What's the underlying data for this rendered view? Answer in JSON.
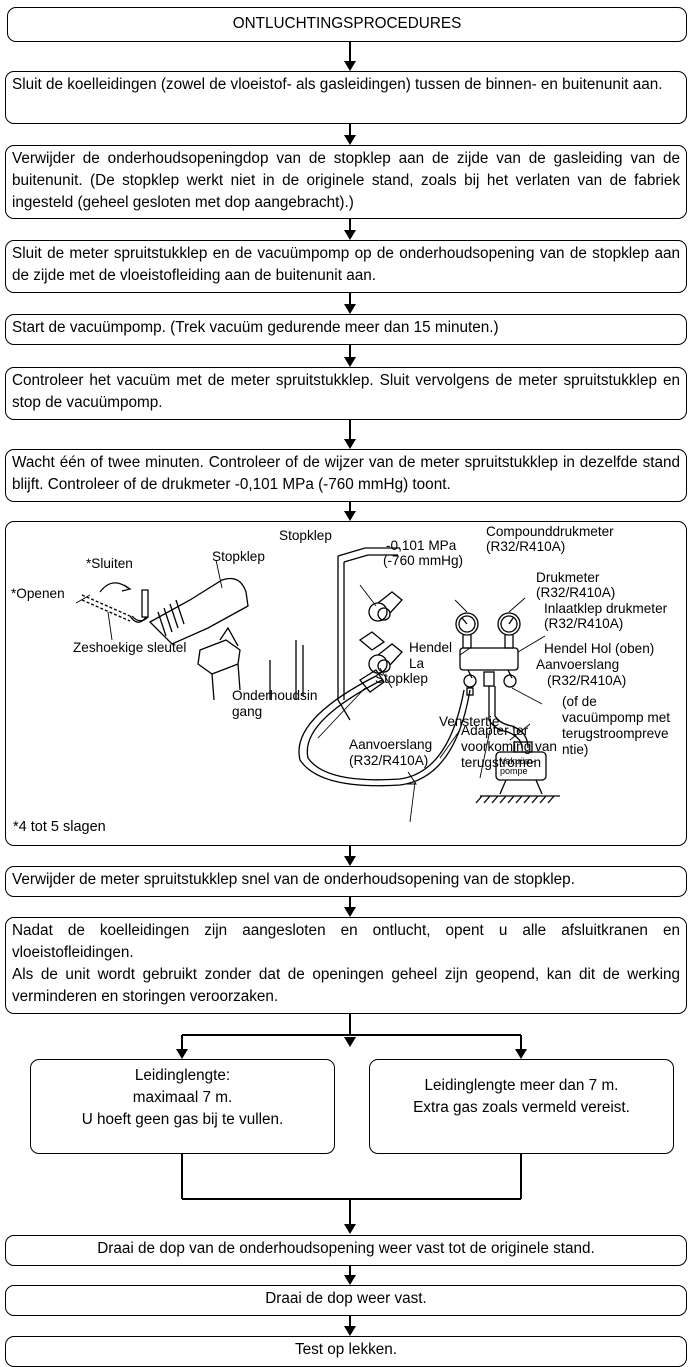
{
  "header": {
    "title": "ONTLUCHTINGSPROCEDURES"
  },
  "steps": [
    {
      "text": "Sluit de koelleidingen (zowel de vloeistof- als gasleidingen) tussen de binnen- en buitenunit aan."
    },
    {
      "text": "Verwijder de onderhoudsopeningdop van de stopklep aan de zijde van de gasleiding van de buitenunit. (De stopklep werkt niet in de originele stand, zoals bij het verlaten van de fabriek ingesteld (geheel gesloten met dop aangebracht).)"
    },
    {
      "text": "Sluit de meter spruitstukklep en de vacuümpomp op de onderhoudsopening van de stopklep aan de zijde met de vloeistofleiding aan de buitenunit aan."
    },
    {
      "text": "Start de vacuümpomp. (Trek vacuüm gedurende meer dan 15 minuten.)"
    },
    {
      "text": "Controleer het vacuüm met de meter spruitstukklep. Sluit vervolgens de meter spruitstukklep en stop de vacuümpomp."
    },
    {
      "text": "Wacht één of twee minuten. Controleer of de wijzer van de meter spruitstukklep in dezelfde stand blijft. Controleer of de drukmeter -0,101 MPa (-760 mmHg) toont."
    }
  ],
  "diagram": {
    "open": "*Openen",
    "close": "*Sluiten",
    "hex_key": "Zeshoekige  sleutel",
    "stopklep_left": "Stopklep",
    "stopklep_top": "Stopklep",
    "stopklep_bottom": "Stopklep",
    "pressure_value_1": "-0,101 MPa",
    "pressure_value_2": "(-760 mmHg)",
    "compound_gauge_1": "Compounddrukmeter",
    "compound_gauge_2": "(R32/R410A)",
    "pressure_gauge_1": "Drukmeter",
    "pressure_gauge_2": "(R32/R410A)",
    "inlet_valve_1": "Inlaatklep drukmeter",
    "inlet_valve_2": "(R32/R410A)",
    "handle_low_1": "Hendel",
    "handle_low_2": "La",
    "handle_high": "Hendel Hol (oben)",
    "hose_right_1": "Aanvoerslang",
    "hose_right_2": "(R32/R410A)",
    "vacuum_pump_label_1": "Vakuüm-",
    "vacuum_pump_label_2": "pompe",
    "pump_note_1": "(of de",
    "pump_note_2": "vacuümpomp met",
    "pump_note_3": "terugstroompreve",
    "pump_note_4": "ntie)",
    "service_port_1": "Onderhoudsin",
    "service_port_2": "gang",
    "window": "Venstertje",
    "adapter_1": "Adapter ter",
    "adapter_2": "voorkoming van",
    "adapter_3": "terugstromen",
    "hose_bottom_1": "Aanvoerslang",
    "hose_bottom_2": "(R32/R410A)",
    "turns": "*4 tot 5 slagen"
  },
  "step_after_diagram": {
    "text": "Verwijder de meter spruitstukklep snel van de onderhoudsopening van de stopklep."
  },
  "open_valves": {
    "line1": "Nadat de koelleidingen zijn aangesloten en ontlucht, opent u alle afsluitkranen en vloeistofleidingen.",
    "line2": "Als de unit wordt gebruikt zonder dat de openingen geheel zijn geopend, kan dit de werking verminderen en storingen veroorzaken."
  },
  "branches": {
    "left": {
      "line1": "Leidinglengte:",
      "line2": "maximaal 7 m.",
      "line3": "U hoeft geen gas bij te vullen."
    },
    "right": {
      "line1": "Leidinglengte meer dan 7 m.",
      "line2": "Extra gas zoals vermeld vereist."
    }
  },
  "final_steps": [
    {
      "text": "Draai de dop van de onderhoudsopening weer vast tot de originele stand."
    },
    {
      "text": "Draai de dop weer vast."
    },
    {
      "text": "Test op lekken."
    }
  ]
}
